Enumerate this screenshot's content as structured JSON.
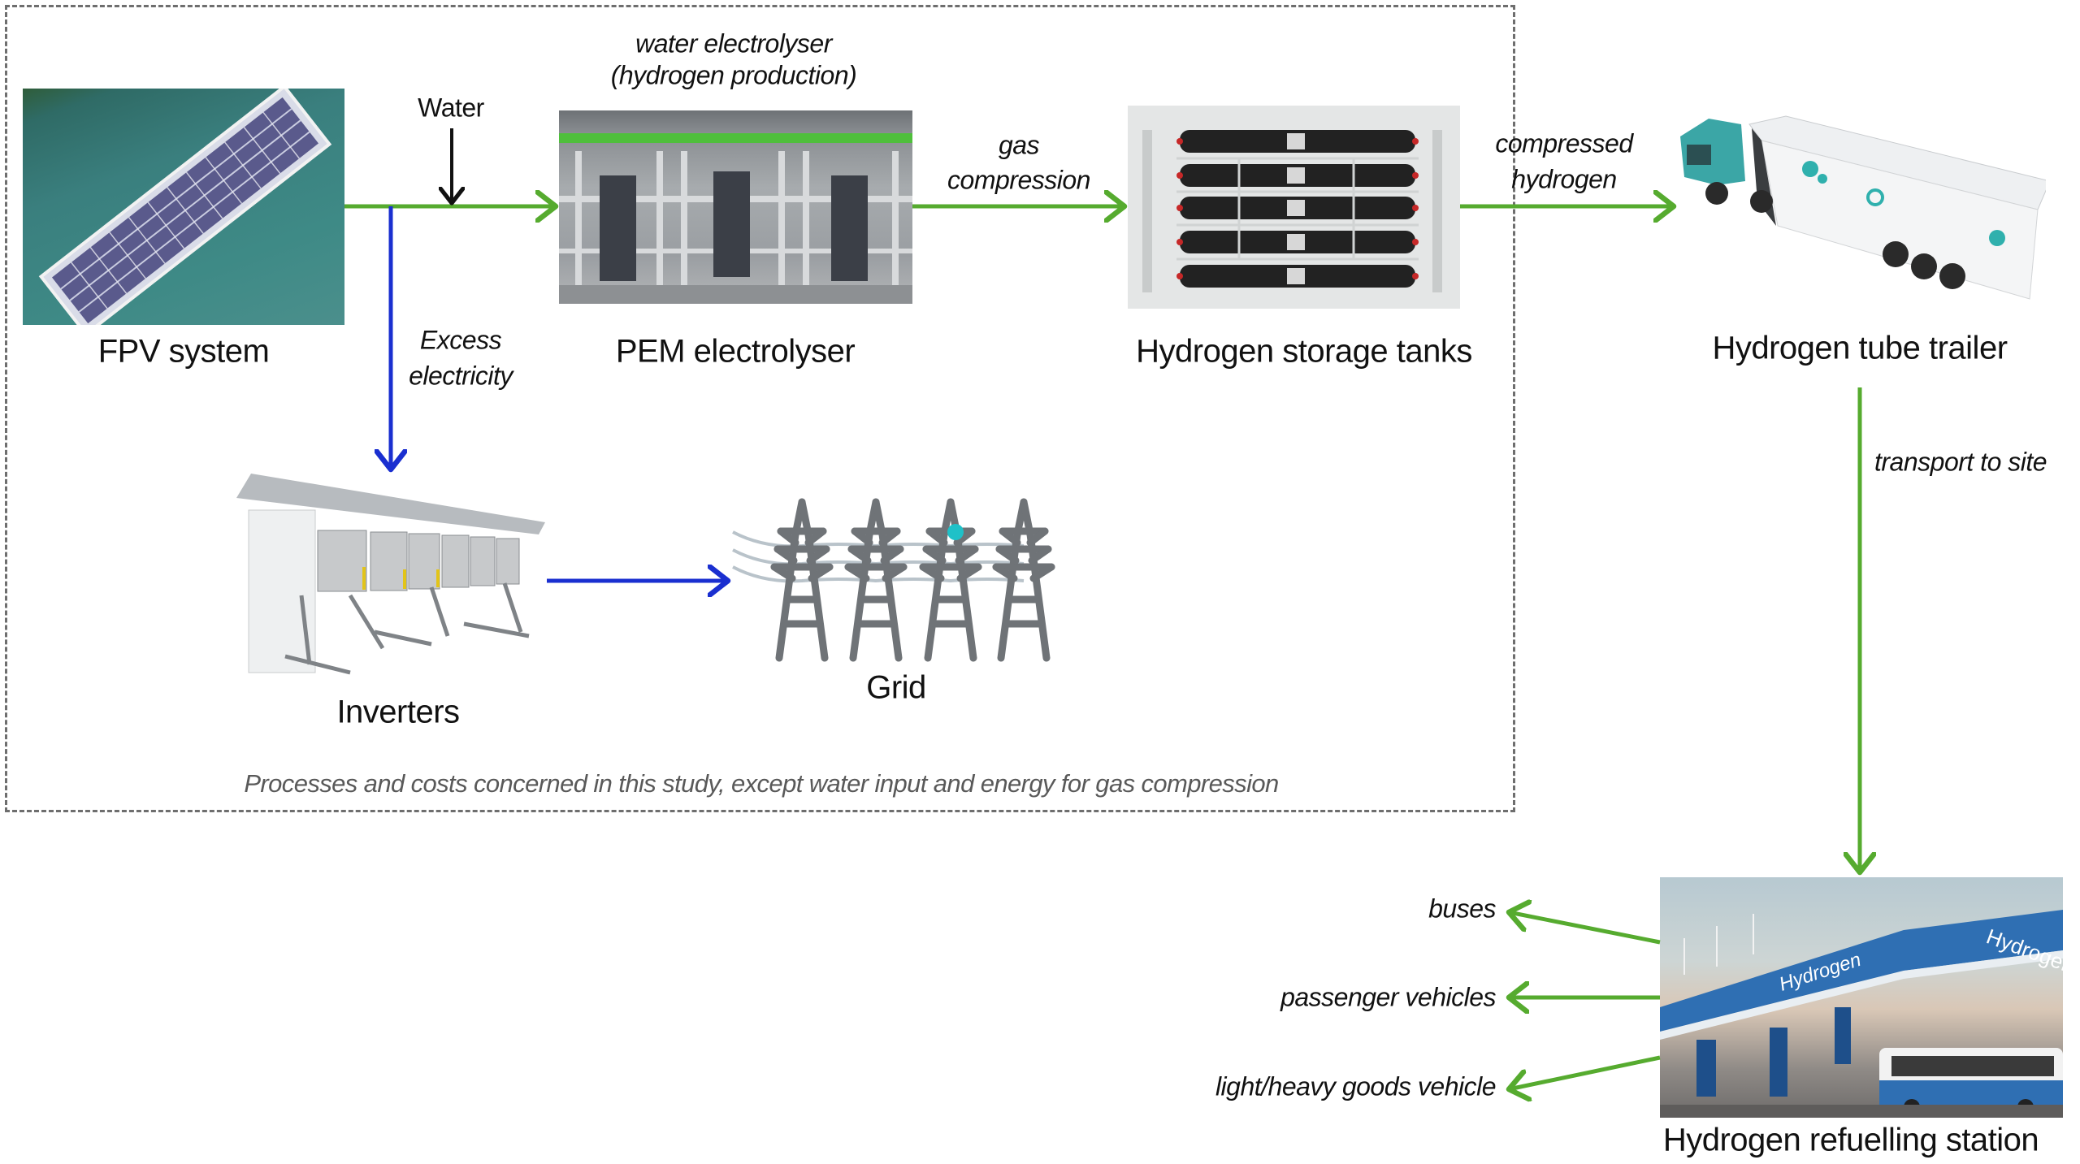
{
  "diagram": {
    "boundary_note": "Processes and costs concerned in this study, except water input and energy for gas compression",
    "nodes": {
      "fpv": {
        "label": "FPV system",
        "icon": "floating-solar-panels-photo"
      },
      "electrolyser": {
        "caption_line1": "water electrolyser",
        "caption_line2": "(hydrogen production)",
        "label": "PEM electrolyser",
        "icon": "electrolyser-plant-photo"
      },
      "storage": {
        "label": "Hydrogen storage tanks",
        "icon": "hydrogen-cylinders-photo"
      },
      "trailer": {
        "label": "Hydrogen tube trailer",
        "icon": "tube-trailer-truck-photo"
      },
      "inverters": {
        "label": "Inverters",
        "icon": "inverter-rack-photo"
      },
      "grid": {
        "label": "Grid",
        "icon": "power-pylons-icon"
      },
      "station": {
        "label": "Hydrogen refuelling station",
        "icon": "refuelling-station-photo",
        "canopy_text": "Hydrogen"
      }
    },
    "edges": {
      "water_input": "Water",
      "excess_electricity_line1": "Excess",
      "excess_electricity_line2": "electricity",
      "gas_compression_line1": "gas",
      "gas_compression_line2": "compression",
      "compressed_hydrogen_line1": "compressed",
      "compressed_hydrogen_line2": "hydrogen",
      "transport": "transport to site"
    },
    "end_uses": [
      "buses",
      "passenger vehicles",
      "light/heavy goods vehicle"
    ],
    "colors": {
      "hydrogen_flow": "#56ab2f",
      "electricity_flow": "#1a2fd0",
      "water_flow": "#111111",
      "boundary": "#6e6e6e",
      "pylon": "#6f7377",
      "pylon_marker": "#1fc1c8"
    }
  }
}
